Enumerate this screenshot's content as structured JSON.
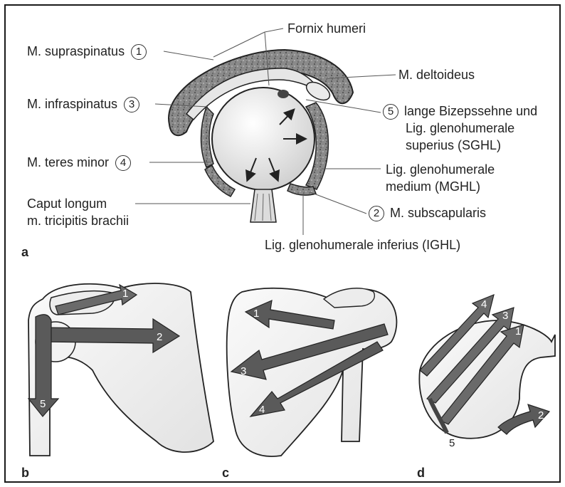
{
  "panel_a": {
    "letter": "a",
    "labels": {
      "fornix": "Fornix humeri",
      "supraspinatus": "M. supraspinatus",
      "supraspinatus_num": "1",
      "deltoideus": "M. deltoideus",
      "infraspinatus": "M. infraspinatus",
      "infraspinatus_num": "3",
      "bizeps_num": "5",
      "bizeps_l1": "lange Bizepssehne und",
      "bizeps_l2": "Lig. glenohumerale",
      "bizeps_l3": "superius (SGHL)",
      "teres": "M. teres minor",
      "teres_num": "4",
      "mghl_l1": "Lig. glenohumerale",
      "mghl_l2": "medium (MGHL)",
      "caput_l1": "Caput longum",
      "caput_l2": "m. tricipitis brachii",
      "subscap_num": "2",
      "subscap": "M. subscapularis",
      "ighl": "Lig. glenohumerale inferius (IGHL)"
    }
  },
  "panel_b": {
    "letter": "b",
    "arrows": [
      "1",
      "2",
      "5"
    ]
  },
  "panel_c": {
    "letter": "c",
    "arrows": [
      "1",
      "3",
      "4"
    ]
  },
  "panel_d": {
    "letter": "d",
    "arrows": [
      "4",
      "3",
      "1",
      "2"
    ],
    "label_5": "5"
  },
  "colors": {
    "arrow": "#5a5a5a",
    "muscle": "#7a7a7a",
    "outline": "#222222"
  }
}
